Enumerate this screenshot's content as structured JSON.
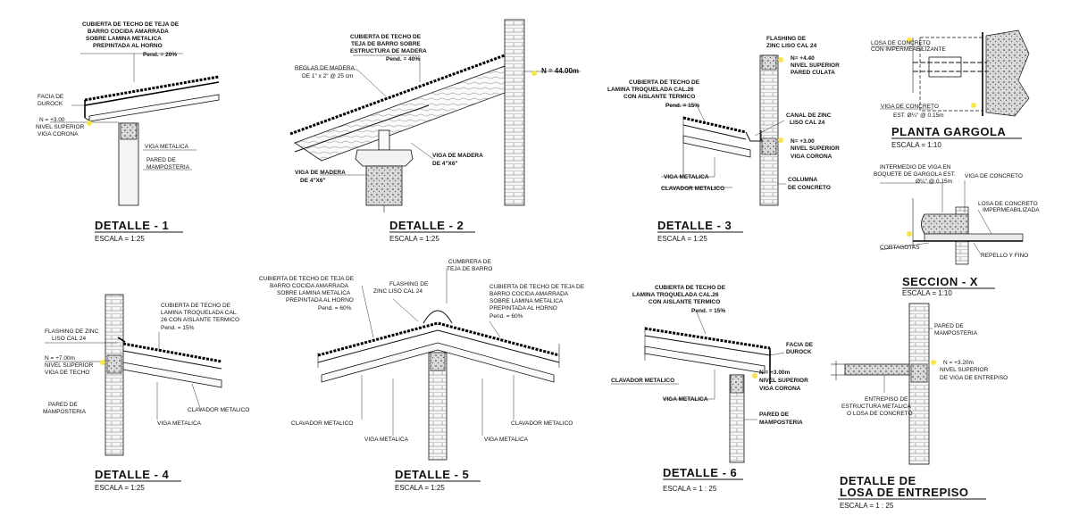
{
  "details": {
    "d1": {
      "title": "DETALLE - 1",
      "scale": "ESCALA = 1:25",
      "labels": {
        "cubierta": [
          "CUBIERTA DE TECHO DE TEJA DE",
          "BARRO COCIDA AMARRADA",
          "SOBRE LAMINA METALICA",
          "PREPINTADA AL HORNO",
          "Pend. = 20%"
        ],
        "facia": [
          "FACIA DE",
          "DUROCK"
        ],
        "nivel": [
          "N = +3.00",
          "NIVEL SUPERIOR",
          "VIGA CORONA"
        ],
        "viga": "VIGA METALICA",
        "pared": [
          "PARED DE",
          "MAMPOSTERIA"
        ]
      }
    },
    "d2": {
      "title": "DETALLE - 2",
      "scale": "ESCALA = 1:25",
      "labels": {
        "cubierta": [
          "CUBIERTA DE TECHO DE",
          "TEJA DE BARRO SOBRE",
          "ESTRUCTURA DE MADERA",
          "Pend. = 40%"
        ],
        "reglas": [
          "REGLAS DE MADERA",
          "DE 1\" x 2\" @ 25 cm"
        ],
        "nivel": "N = 44.00m",
        "vigaMadera1": [
          "VIGA DE MADERA",
          "DE 4\"X6\""
        ],
        "vigaMadera2": [
          "VIGA DE MADERA",
          "DE 4\"X6\""
        ]
      }
    },
    "d3": {
      "title": "DETALLE - 3",
      "scale": "ESCALA = 1:25",
      "labels": {
        "flashing": [
          "FLASHING DE",
          "ZINC LISO CAL 24"
        ],
        "nivel1": [
          "N= +4.40",
          "NIVEL SUPERIOR",
          "PARED CULATA"
        ],
        "cubierta": [
          "CUBIERTA DE TECHO DE",
          "LAMINA TROQUELADA CAL.26",
          "CON AISLANTE TERMICO",
          "Pend. = 15%"
        ],
        "canal": [
          "CANAL DE ZINC",
          "LISO CAL 24"
        ],
        "nivel2": [
          "N= +3.00",
          "NIVEL SUPERIOR",
          "VIGA CORONA"
        ],
        "viga": "VIGA METALICA",
        "clavador": "CLAVADOR METALICO",
        "columna": [
          "COLUMNA",
          "DE CONCRETO"
        ]
      }
    },
    "gargola": {
      "title": "PLANTA GARGOLA",
      "scale": "ESCALA = 1:10",
      "labels": {
        "losa": [
          "LOSA DE CONCRETO",
          "CON IMPERMEABILIZANTE"
        ],
        "viga": [
          "VIGA DE CONCRETO",
          "EST. Ø¼\" @ 0.15m"
        ]
      }
    },
    "seccion": {
      "title": "SECCION - X",
      "scale": "ESCALA = 1:10",
      "labels": {
        "intermedio": [
          "INTERMEDIO DE VIGA EN",
          "BOQUETE DE GARGOLA EST.",
          "Ø¼\" @ 0.15m"
        ],
        "viga": "VIGA DE CONCRETO",
        "losa": [
          "LOSA DE CONCRETO",
          "IMPERMEABILIZADA"
        ],
        "cortagotas": "CORTAGOTAS",
        "repello": "REPELLO Y FINO"
      }
    },
    "d4": {
      "title": "DETALLE - 4",
      "scale": "ESCALA = 1:25",
      "labels": {
        "flashing": [
          "FLASHING DE ZINC",
          "LISO CAL 24"
        ],
        "cubierta": [
          "CUBIERTA DE TECHO DE",
          "LAMINA TROQUELADA CAL.",
          "26 CON AISLANTE TERMICO",
          "Pend. = 15%"
        ],
        "nivel": [
          "N = +7.00m",
          "NIVEL SUPERIOR",
          "VIGA DE TECHO"
        ],
        "pared": [
          "PARED DE",
          "MAMPOSTERIA"
        ],
        "viga": "VIGA METALICA",
        "clavador": "CLAVADOR METALICO"
      }
    },
    "d5": {
      "title": "DETALLE - 5",
      "scale": "ESCALA = 1:25",
      "labels": {
        "cumbrera": [
          "CUMBRERA DE",
          "TEJA DE BARRO"
        ],
        "cubiertaIzq": [
          "CUBIERTA DE TECHO DE TEJA DE",
          "BARRO COCIDA AMARRADA",
          "SOBRE LAMINA METALICA",
          "PREPINTADA AL HORNO",
          "Pend. = 60%"
        ],
        "flashing": [
          "FLASHING DE",
          "ZINC LISO CAL 24"
        ],
        "cubiertaDer": [
          "CUBIERTA DE TECHO DE TEJA DE",
          "BARRO COCIDA AMARRADA",
          "SOBRE LAMINA METALICA",
          "PREPINTADA AL HORNO",
          "Pend. = 60%"
        ],
        "clavadorIzq": "CLAVADOR METALICO",
        "clavadorDer": "CLAVADOR METALICO",
        "vigaIzq": "VIGA METALICA",
        "vigaDer": "VIGA METALICA"
      }
    },
    "d6": {
      "title": "DETALLE - 6",
      "scale": "ESCALA = 1 : 25",
      "labels": {
        "cubierta": [
          "CUBIERTA DE TECHO DE",
          "LAMINA TROQUELADA CAL.26",
          "CON AISLANTE TERMICO",
          "Pend. = 15%"
        ],
        "facia": [
          "FACIA DE",
          "DUROCK"
        ],
        "clavador": "CLAVADOR METALICO",
        "nivel": [
          "N = +3.00m",
          "NIVEL SUPERIOR",
          "VIGA CORONA"
        ],
        "viga": "VIGA METALICA",
        "pared": [
          "PARED DE",
          "MAMPOSTERIA"
        ]
      }
    },
    "losa": {
      "title": [
        "DETALLE DE",
        "LOSA DE ENTREPISO"
      ],
      "scale": "ESCALA = 1 : 25",
      "labels": {
        "pared": [
          "PARED DE",
          "MAMPOSTERIA"
        ],
        "nivel": [
          "N = +3.20m",
          "NIVEL SUPERIOR",
          "DE VIGA DE ENTREPISO"
        ],
        "entrepiso": [
          "ENTREPISO DE",
          "ESTRUCTURA METALICA",
          "O LOSA DE CONCRETO"
        ]
      }
    }
  }
}
